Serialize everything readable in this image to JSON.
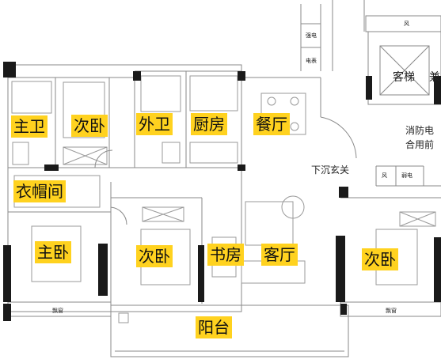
{
  "rooms": {
    "master_bath": "主卫",
    "bedroom_upper": "次卧",
    "guest_bath": "外卫",
    "kitchen": "厨房",
    "dining": "餐厅",
    "cloakroom": "衣帽间",
    "master_bedroom": "主卧",
    "bedroom_middle": "次卧",
    "study": "书房",
    "living_room": "客厅",
    "bedroom_right": "次卧",
    "balcony": "阳台"
  },
  "annotations": {
    "sunken_entry": "下沉玄关",
    "passenger_lift": "客梯",
    "passenger_lift_suffix": "兼",
    "fire_elevator_line1": "消防电",
    "fire_elevator_line2": "合用前",
    "shaft_wind_top": "风",
    "shaft_wind": "风",
    "weak_current": "弱电",
    "strong_current": "强电",
    "electric_meter": "电表",
    "bay_window_left": "飘窗",
    "bay_window_right": "飘窗"
  },
  "colors": {
    "label_bg": "#ffd21f",
    "wall": "#1a1a1a",
    "thin_line": "#8a8a8a"
  }
}
